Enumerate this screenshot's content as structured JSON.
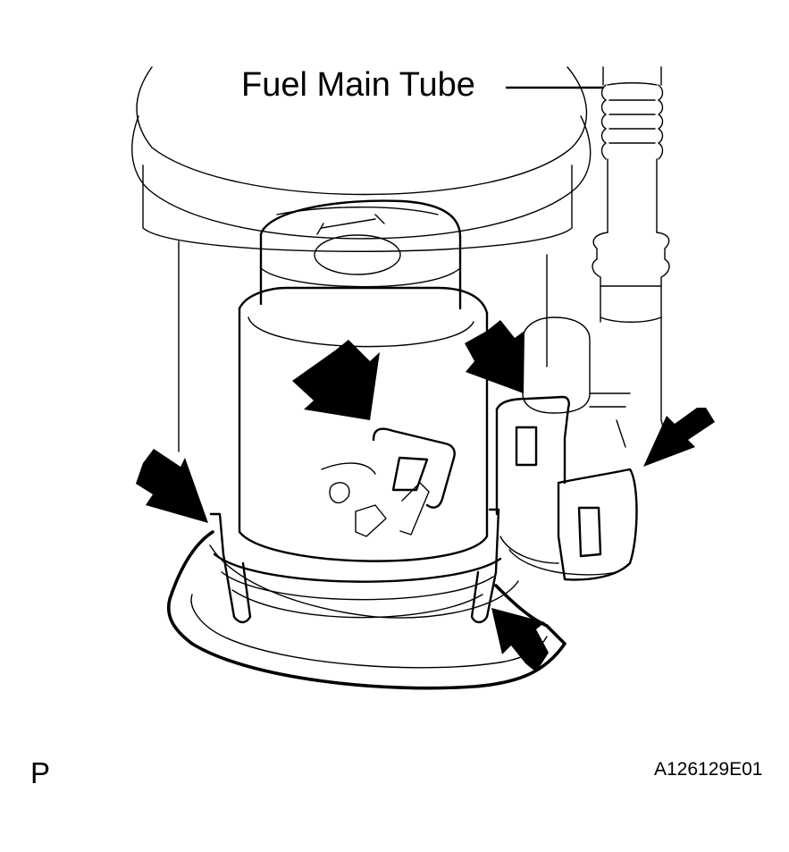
{
  "labels": {
    "callout": "Fuel Main Tube",
    "corner_mark": "P",
    "figure_id": "A126129E01"
  },
  "icons": {
    "arrows": [
      "arrow-icon",
      "arrow-icon",
      "arrow-icon",
      "arrow-icon",
      "arrow-icon"
    ]
  },
  "colors": {
    "line": "#000000",
    "background": "#ffffff"
  }
}
